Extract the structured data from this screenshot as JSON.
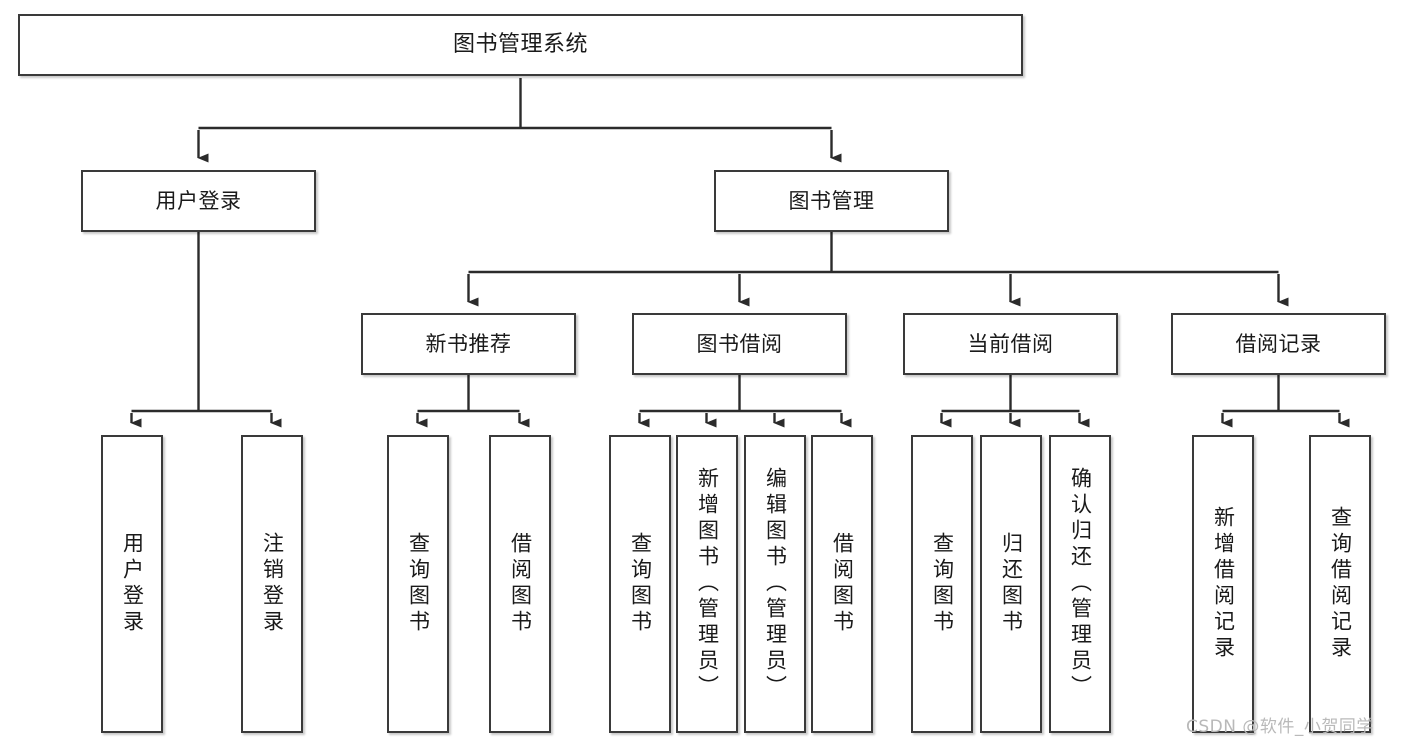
{
  "diagram": {
    "title": "图书管理系统",
    "type": "tree",
    "watermark": "CSDN @软件_小贺同学",
    "colors": {
      "box_border": "#3a3a3a",
      "box_fill": "#ffffff",
      "edge": "#2b2b2b",
      "text": "#1a1a1a",
      "watermark": "#b9b9b9",
      "background": "#ffffff"
    },
    "nodes": {
      "root": {
        "label": "图书管理系统",
        "level": 1
      },
      "l2": [
        {
          "id": "user-login",
          "label": "用户登录",
          "level": 2
        },
        {
          "id": "book-manage",
          "label": "图书管理",
          "level": 2
        }
      ],
      "l3": [
        {
          "id": "new-book-recommend",
          "label": "新书推荐",
          "level": 3
        },
        {
          "id": "book-borrow",
          "label": "图书借阅",
          "level": 3
        },
        {
          "id": "current-borrow",
          "label": "当前借阅",
          "level": 3
        },
        {
          "id": "borrow-record",
          "label": "借阅记录",
          "level": 3
        }
      ],
      "leaves": [
        {
          "id": "leaf-user-login",
          "label": "用户登录",
          "parent": "user-login"
        },
        {
          "id": "leaf-logout-login",
          "label": "注销登录",
          "parent": "user-login"
        },
        {
          "id": "leaf-query-book-1",
          "label": "查询图书",
          "parent": "new-book-recommend"
        },
        {
          "id": "leaf-borrow-book-1",
          "label": "借阅图书",
          "parent": "new-book-recommend"
        },
        {
          "id": "leaf-query-book-2",
          "label": "查询图书",
          "parent": "book-borrow"
        },
        {
          "id": "leaf-add-book",
          "label": "新增图书（管理员）",
          "parent": "book-borrow"
        },
        {
          "id": "leaf-edit-book",
          "label": "编辑图书（管理员）",
          "parent": "book-borrow"
        },
        {
          "id": "leaf-borrow-book-2",
          "label": "借阅图书",
          "parent": "book-borrow"
        },
        {
          "id": "leaf-query-book-3",
          "label": "查询图书",
          "parent": "current-borrow"
        },
        {
          "id": "leaf-return-book",
          "label": "归还图书",
          "parent": "current-borrow"
        },
        {
          "id": "leaf-confirm-return",
          "label": "确认归还（管理员）",
          "parent": "current-borrow"
        },
        {
          "id": "leaf-add-record",
          "label": "新增借阅记录",
          "parent": "borrow-record"
        },
        {
          "id": "leaf-query-record",
          "label": "查询借阅记录",
          "parent": "borrow-record"
        }
      ]
    }
  }
}
